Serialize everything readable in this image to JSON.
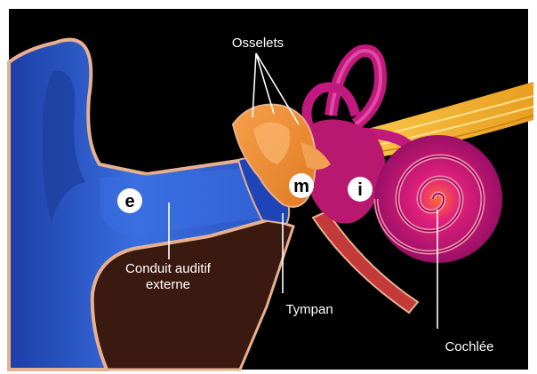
{
  "labels": {
    "ossicles": "Osselets",
    "ear_canal_line1": "Conduit auditif",
    "ear_canal_line2": "externe",
    "eardrum": "Tympan",
    "cochlea": "Cochlée"
  },
  "badges": {
    "outer": "e",
    "middle": "m",
    "inner": "i"
  },
  "colors": {
    "background": "#000000",
    "outer_ear": "#2b5bd0",
    "skin_outline": "#e7b08f",
    "tissue": "#3a1a10",
    "middle_ear": "#ee8a2e",
    "eardrum": "#1e44b8",
    "inner_ear": "#c2197e",
    "nerve": "#f4b73a"
  }
}
